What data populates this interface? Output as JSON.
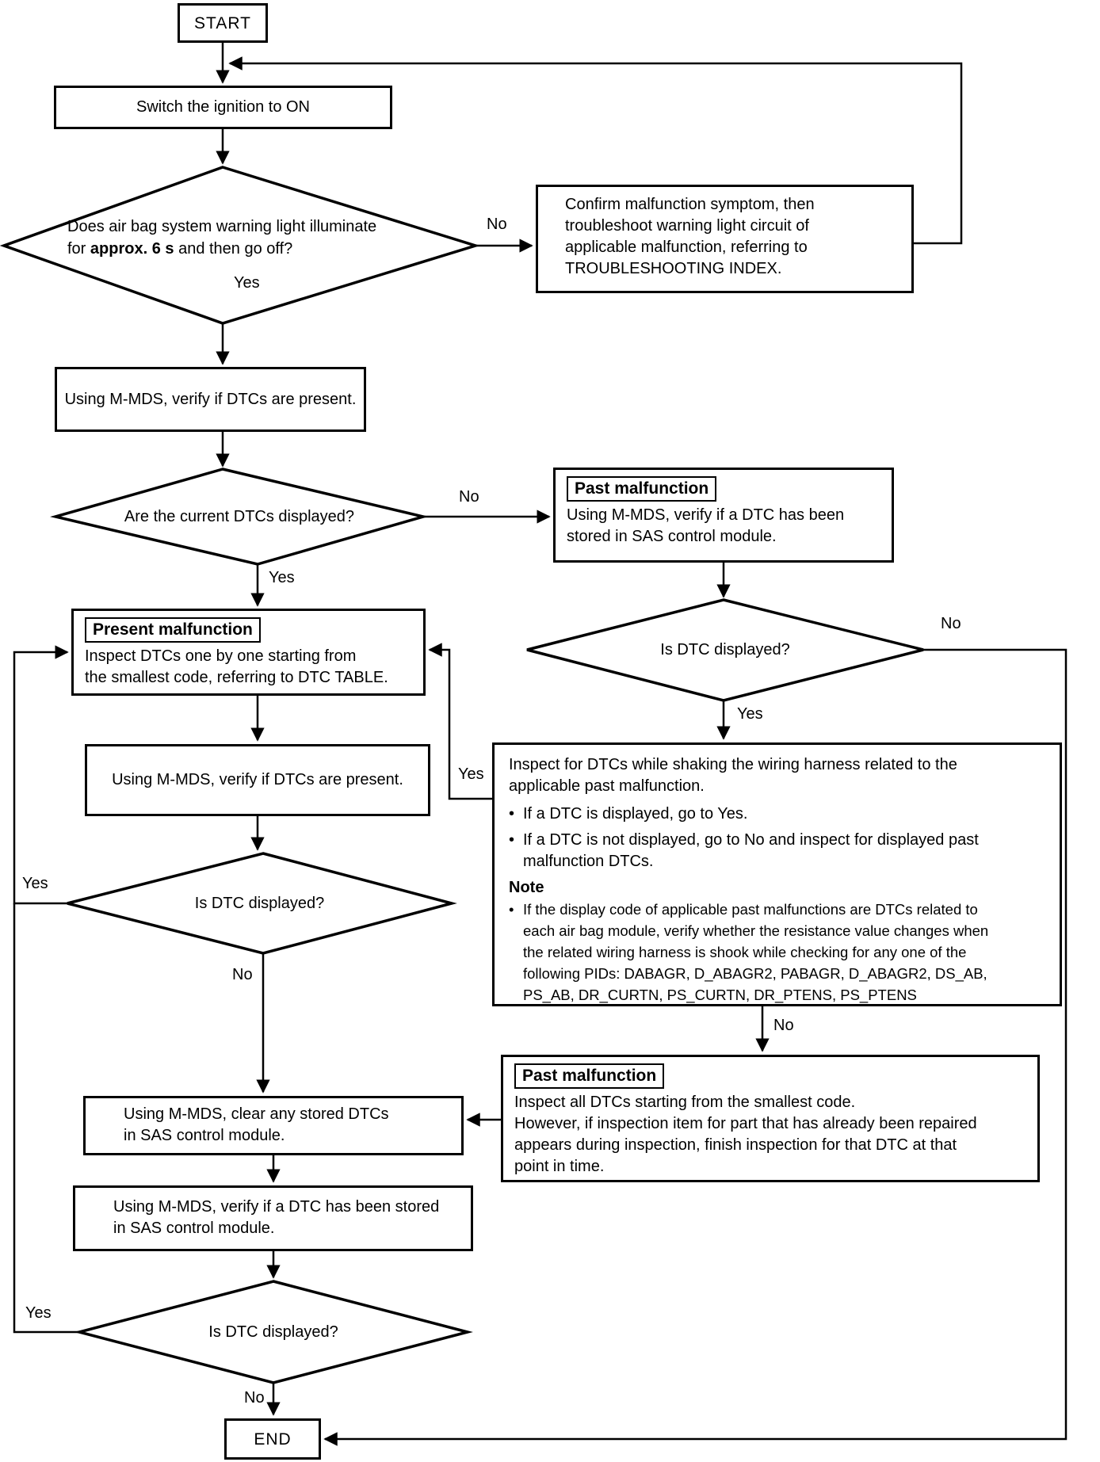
{
  "nodes": {
    "start": "START",
    "switch_ignition": "Switch the ignition to ON",
    "warning_light": {
      "line1": "Does air bag system warning light illuminate",
      "line2a": "for ",
      "line2b": "approx. 6 s",
      "line2c": " and then go off?"
    },
    "confirm": {
      "l1": "Confirm malfunction symptom, then",
      "l2": "troubleshoot warning light circuit of",
      "l3": "applicable malfunction, referring to",
      "l4": "TROUBLESHOOTING INDEX."
    },
    "verify_dtcs_1": "Using M-MDS, verify if DTCs are present.",
    "current_dtcs": "Are the current DTCs displayed?",
    "past1": {
      "tag": "Past malfunction",
      "l1": "Using M-MDS, verify if a DTC has been",
      "l2": "stored in SAS control module."
    },
    "present": {
      "tag": "Present malfunction",
      "l1": "Inspect DTCs one by one starting from",
      "l2": "the smallest code, referring to DTC TABLE."
    },
    "dtc_displayed_1": "Is DTC displayed?",
    "shake_note": {
      "p1l1": "Inspect for DTCs while shaking the wiring harness related to the",
      "p1l2": "applicable past malfunction.",
      "bullet_glyph": "•",
      "b1": "If a DTC is displayed, go to Yes.",
      "b2l1": "If a DTC is not displayed, go to No and inspect for displayed past",
      "b2l2": "malfunction DTCs.",
      "note": "Note",
      "b3l1": "If the display code of applicable past malfunctions are DTCs related to",
      "b3l2": "each air bag module, verify whether the resistance value changes when",
      "b3l3": "the related wiring harness is shook while checking for any one of the",
      "b3l4": "following PIDs: DABAGR, D_ABAGR2, PABAGR, D_ABAGR2, DS_AB,",
      "b3l5": "PS_AB, DR_CURTN, PS_CURTN, DR_PTENS, PS_PTENS"
    },
    "verify_dtcs_2": "Using M-MDS, verify if DTCs are present.",
    "dtc_displayed_2": "Is DTC displayed?",
    "past2": {
      "tag": "Past malfunction",
      "l1": "Inspect all DTCs starting from the smallest code.",
      "l2": "However, if inspection item for part that has already been repaired",
      "l3": "appears during inspection, finish inspection for that DTC at that",
      "l4": "point in time."
    },
    "clear_dtcs": {
      "l1": "Using M-MDS, clear any stored DTCs",
      "l2": "in SAS control module."
    },
    "verify_stored": {
      "l1": "Using M-MDS, verify if a DTC has been stored",
      "l2": "in SAS control module."
    },
    "dtc_displayed_3": "Is DTC displayed?",
    "end": "END"
  },
  "edge_labels": {
    "no_warning": "No",
    "yes_warning": "Yes",
    "no_current": "No",
    "yes_current": "Yes",
    "no_dtc1": "No",
    "yes_dtc1": "Yes",
    "yes_shake": "Yes",
    "no_shake": "No",
    "yes_dtc2": "Yes",
    "no_dtc2": "No",
    "yes_dtc3": "Yes",
    "no_dtc3": "No"
  },
  "colors": {
    "line": "#000000",
    "background": "#ffffff",
    "text": "#000000"
  }
}
